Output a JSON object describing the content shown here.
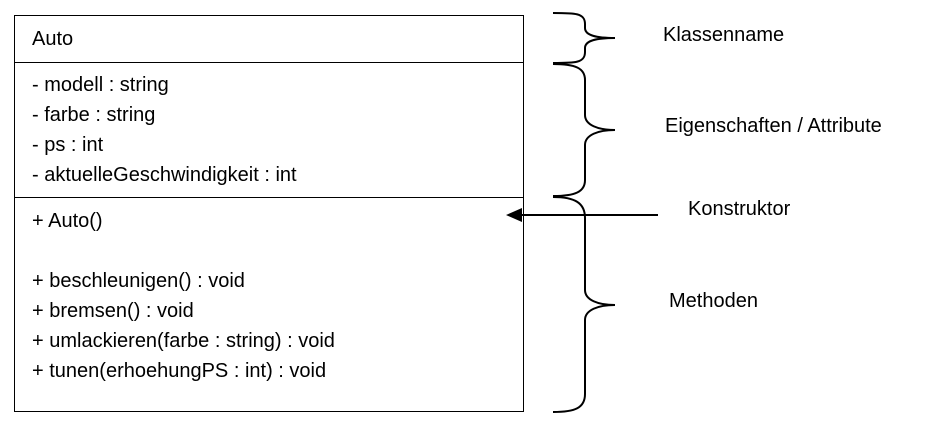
{
  "class": {
    "name": "Auto",
    "attributes": [
      "- modell : string",
      "- farbe : string",
      "- ps : int",
      "- aktuelleGeschwindigkeit : int"
    ],
    "constructor": "+ Auto()",
    "methods": [
      "+ beschleunigen() : void",
      "+ bremsen() : void",
      "+ umlackieren(farbe : string) : void",
      "+ tunen(erhoehungPS : int) : void"
    ]
  },
  "annotations": {
    "class_name": "Klassenname",
    "attributes": "Eigenschaften / Attribute",
    "constructor": "Konstruktor",
    "methods": "Methoden"
  }
}
